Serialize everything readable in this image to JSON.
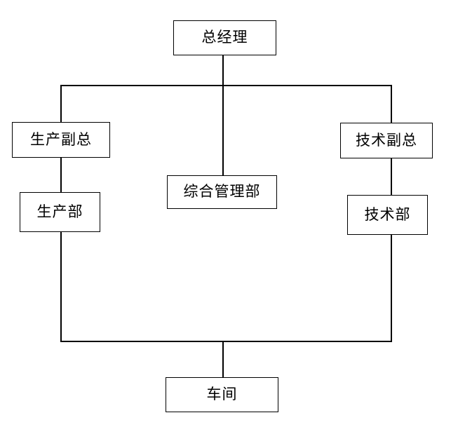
{
  "diagram": {
    "type": "organizational-chart",
    "title": "",
    "language": "zh-CN",
    "colors": {
      "background": "#ffffff",
      "node_fill": "#ffffff",
      "node_border": "#000000",
      "edge": "#000000",
      "text": "#000000"
    },
    "nodes": [
      {
        "id": "gm",
        "label": "总经理",
        "level": 0
      },
      {
        "id": "prod_vp",
        "label": "生产副总",
        "level": 1
      },
      {
        "id": "tech_vp",
        "label": "技术副总",
        "level": 1
      },
      {
        "id": "admin_dept",
        "label": "综合管理部",
        "level": 2
      },
      {
        "id": "prod_dept",
        "label": "生产部",
        "level": 2
      },
      {
        "id": "tech_dept",
        "label": "技术部",
        "level": 2
      },
      {
        "id": "workshop",
        "label": "车间",
        "level": 3
      }
    ],
    "edges": [
      {
        "from": "gm",
        "to": "prod_vp"
      },
      {
        "from": "gm",
        "to": "tech_vp"
      },
      {
        "from": "gm",
        "to": "admin_dept"
      },
      {
        "from": "prod_vp",
        "to": "prod_dept"
      },
      {
        "from": "tech_vp",
        "to": "tech_dept"
      },
      {
        "from": "prod_dept",
        "to": "workshop"
      },
      {
        "from": "tech_dept",
        "to": "workshop"
      }
    ]
  }
}
